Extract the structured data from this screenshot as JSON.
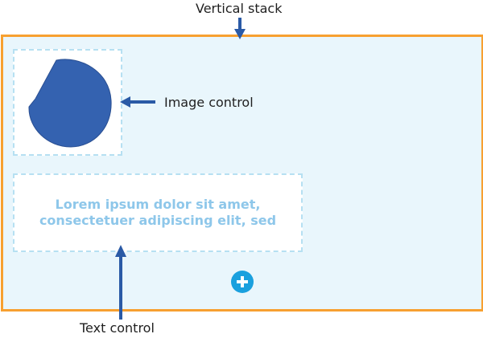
{
  "labels": {
    "vertical_stack": "Vertical stack",
    "image_control": "Image control",
    "text_control": "Text control"
  },
  "text_control": {
    "content": "Lorem ipsum dolor sit amet,\nconsectetuer adipiscing elit, sed"
  },
  "icons": {
    "shape": "blob-shape-icon",
    "add": "plus-icon"
  },
  "colors": {
    "stack_border": "#f7a030",
    "stack_fill": "#e9f6fc",
    "control_border": "#b6e0f2",
    "shape_fill": "#3462b0",
    "text_color": "#8ec7ea",
    "add_button": "#1aa0de",
    "arrow": "#2a5aa6"
  }
}
